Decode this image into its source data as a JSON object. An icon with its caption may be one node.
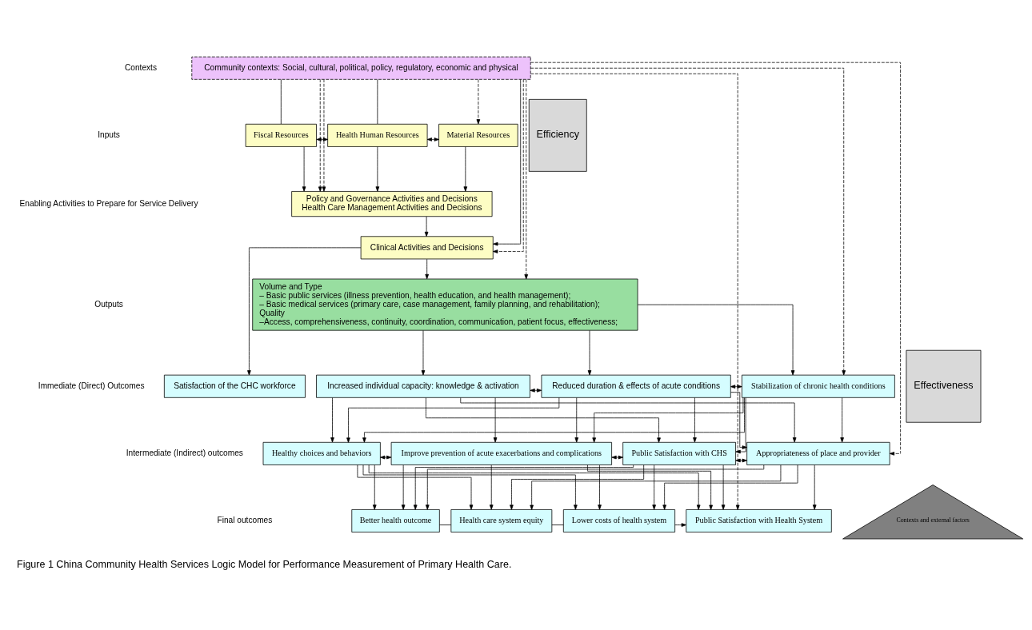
{
  "diagram": {
    "caption": "Figure 1 China Community Health Services Logic Model for Performance Measurement of Primary Health Care.",
    "nodes": [
      {
        "text": [
          "Community contexts: Social, cultural, political, policy, regulatory, economic and physical"
        ]
      },
      {
        "text": [
          "Fiscal Resources"
        ]
      },
      {
        "text": [
          "Health Human Resources"
        ]
      },
      {
        "text": [
          "Material Resources"
        ]
      },
      {
        "text": [
          "Policy and Governance Activities and Decisions",
          "Health Care Management Activities and Decisions"
        ]
      },
      {
        "text": [
          "Clinical Activities and Decisions"
        ]
      },
      {
        "text": [
          "Volume and Type",
          "– Basic public services (illness prevention, health education, and health management);",
          "– Basic medical services (primary care, case management, family planning, and rehabilitation);",
          "Quality",
          "–Access, comprehensiveness, continuity, coordination, communication, patient focus, effectiveness;"
        ]
      },
      {
        "text": [
          "Satisfaction of the CHC workforce"
        ]
      },
      {
        "text": [
          "Increased individual capacity: knowledge & activation"
        ]
      },
      {
        "text": [
          "Reduced duration & effects of acute conditions"
        ]
      },
      {
        "text": [
          "Stabilization of chronic health conditions"
        ]
      },
      {
        "text": [
          "Healthy choices and behaviors"
        ]
      },
      {
        "text": [
          "Improve prevention of acute exacerbations and complications"
        ]
      },
      {
        "text": [
          "Public Satisfaction with CHS"
        ]
      },
      {
        "text": [
          "Appropriateness of place and provider"
        ]
      },
      {
        "text": [
          "Better health outcome"
        ]
      },
      {
        "text": [
          "Health care system equity"
        ]
      },
      {
        "text": [
          "Lower costs of health system"
        ]
      },
      {
        "text": [
          "Public Satisfaction with Health System"
        ]
      },
      {
        "text": [
          "Contexts and external factors"
        ]
      },
      {
        "text": [
          "Efficiency"
        ]
      },
      {
        "text": [
          "Effectiveness"
        ]
      }
    ],
    "edges": [
      {
        "from": 0,
        "to": 1,
        "arrow": "none"
      },
      {
        "from": 0,
        "to": 2,
        "arrow": "none"
      },
      {
        "from": 0,
        "to": 3,
        "arrow": "to",
        "style": "dashed"
      },
      {
        "from": 1,
        "to": 2,
        "arrow": "both"
      },
      {
        "from": 2,
        "to": 3,
        "arrow": "both"
      },
      {
        "from": 1,
        "to": 4,
        "arrow": "to"
      },
      {
        "from": 2,
        "to": 4,
        "arrow": "to"
      },
      {
        "from": 3,
        "to": 4,
        "arrow": "to"
      },
      {
        "from": 0,
        "to": 4,
        "arrow": "to",
        "style": "dashed"
      },
      {
        "from": 0,
        "to": 4,
        "arrow": "to",
        "style": "dashed"
      },
      {
        "from": 4,
        "to": 5,
        "arrow": "to"
      },
      {
        "from": 0,
        "to": 5,
        "arrow": "to"
      },
      {
        "from": 0,
        "to": 5,
        "arrow": "to",
        "style": "dashed"
      },
      {
        "from": 5,
        "to": 7,
        "arrow": "to"
      },
      {
        "from": 5,
        "to": 6,
        "arrow": "to"
      },
      {
        "from": 0,
        "to": 6,
        "arrow": "to",
        "style": "dashed"
      },
      {
        "from": 6,
        "to": 8,
        "arrow": "to"
      },
      {
        "from": 6,
        "to": 9,
        "arrow": "to"
      },
      {
        "from": 6,
        "to": 10,
        "arrow": "to"
      },
      {
        "from": 8,
        "to": 9,
        "arrow": "both"
      },
      {
        "from": 9,
        "to": 10,
        "arrow": "both"
      },
      {
        "from": 0,
        "to": 10,
        "arrow": "to",
        "style": "dashed"
      },
      {
        "from": 8,
        "to": 11,
        "arrow": "to"
      },
      {
        "from": 8,
        "to": 12,
        "arrow": "to"
      },
      {
        "from": 8,
        "to": 13,
        "arrow": "to"
      },
      {
        "from": 8,
        "to": 14,
        "arrow": "to"
      },
      {
        "from": 9,
        "to": 11,
        "arrow": "to"
      },
      {
        "from": 9,
        "to": 12,
        "arrow": "to"
      },
      {
        "from": 9,
        "to": 13,
        "arrow": "to"
      },
      {
        "from": 9,
        "to": 14,
        "arrow": "to"
      },
      {
        "from": 10,
        "to": 11,
        "arrow": "to"
      },
      {
        "from": 10,
        "to": 12,
        "arrow": "to"
      },
      {
        "from": 10,
        "to": 13,
        "arrow": "to"
      },
      {
        "from": 10,
        "to": 14,
        "arrow": "to"
      },
      {
        "from": 11,
        "to": 12,
        "arrow": "both"
      },
      {
        "from": 12,
        "to": 13,
        "arrow": "both"
      },
      {
        "from": 13,
        "to": 14,
        "arrow": "both"
      },
      {
        "from": 0,
        "to": 14,
        "arrow": "to",
        "style": "dashed"
      },
      {
        "from": 11,
        "to": 15,
        "arrow": "to"
      },
      {
        "from": 11,
        "to": 16,
        "arrow": "to"
      },
      {
        "from": 11,
        "to": 17,
        "arrow": "to"
      },
      {
        "from": 11,
        "to": 18,
        "arrow": "to"
      },
      {
        "from": 12,
        "to": 15,
        "arrow": "to"
      },
      {
        "from": 12,
        "to": 16,
        "arrow": "to"
      },
      {
        "from": 12,
        "to": 17,
        "arrow": "to"
      },
      {
        "from": 12,
        "to": 18,
        "arrow": "to"
      },
      {
        "from": 13,
        "to": 15,
        "arrow": "to"
      },
      {
        "from": 13,
        "to": 16,
        "arrow": "to"
      },
      {
        "from": 13,
        "to": 17,
        "arrow": "to"
      },
      {
        "from": 13,
        "to": 18,
        "arrow": "to"
      },
      {
        "from": 14,
        "to": 15,
        "arrow": "to"
      },
      {
        "from": 14,
        "to": 16,
        "arrow": "to"
      },
      {
        "from": 14,
        "to": 17,
        "arrow": "to"
      },
      {
        "from": 14,
        "to": 18,
        "arrow": "to"
      },
      {
        "from": 15,
        "to": 16,
        "arrow": "none"
      },
      {
        "from": 16,
        "to": 17,
        "arrow": "none"
      },
      {
        "from": 17,
        "to": 18,
        "arrow": "to"
      },
      {
        "from": 0,
        "to": 18,
        "arrow": "to",
        "style": "dashed"
      }
    ],
    "labels": [
      "Contexts",
      "Inputs",
      "Enabling Activities to Prepare for Service Delivery",
      "Outputs",
      "Immediate (Direct) Outcomes",
      "Intermediate (Indirect) outcomes",
      "Final outcomes"
    ]
  }
}
